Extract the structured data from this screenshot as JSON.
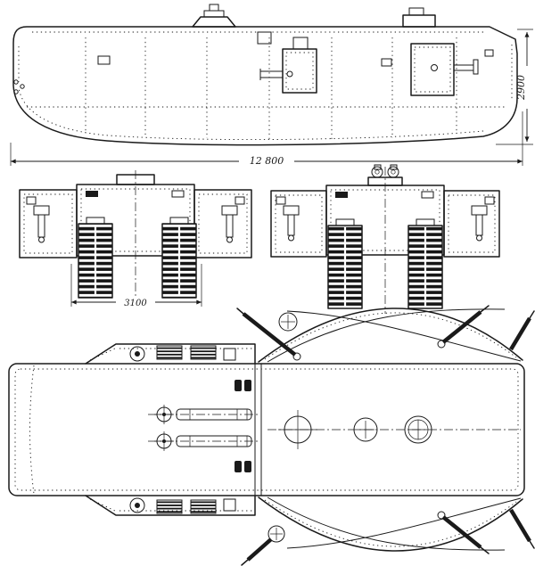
{
  "drawing": {
    "dim_length": "12 800",
    "dim_height": "2900",
    "dim_gauge": "3100"
  },
  "colors": {
    "ink": "#1a1a1a",
    "paper": "#ffffff"
  }
}
